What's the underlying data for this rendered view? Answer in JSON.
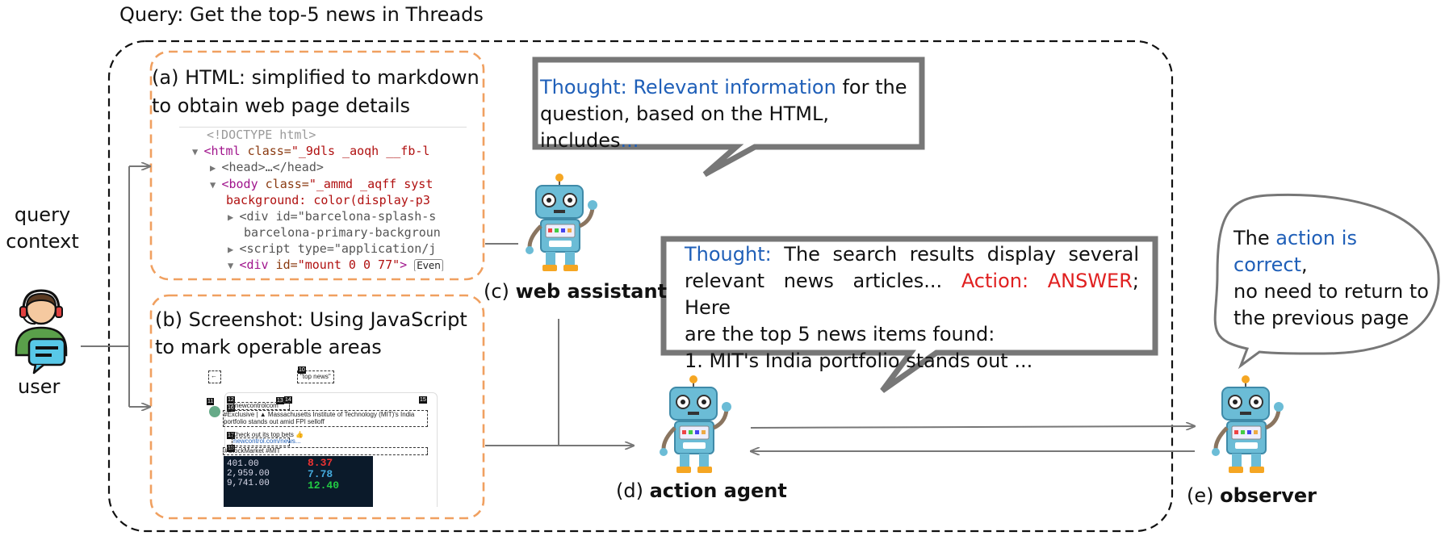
{
  "query_label": "Query: Get the top-5 news  in Threads",
  "user": {
    "context_line1": "query",
    "context_line2": "context",
    "label": "user"
  },
  "panel_a": {
    "title_line1": "(a) HTML: simplified to markdown",
    "title_line2": "to obtain web page details",
    "code": {
      "doctype": "<!DOCTYPE html>",
      "html_tag": "<html",
      "html_attr": " class=",
      "html_val": "\"_9dls _aoqh __fb-l",
      "head": "<head>…</head>",
      "body_tag": "<body",
      "body_attr": " class=",
      "body_val": "\"_ammd _aqff syst",
      "body_val2": "background: color(display-p3",
      "div1": "<div id=\"barcelona-splash-s",
      "div1b": "barcelona-primary-backgroun",
      "script": "<script type=\"application/j",
      "div2_tag": "<div",
      "div2_attr": " id=",
      "div2_val": "\"mount_0_0_77\"",
      "div2_end": ">",
      "even_badge": "Even"
    }
  },
  "panel_b": {
    "title_line1": "(b) Screenshot:  Using JavaScript",
    "title_line2": "to mark operable areas",
    "shot": {
      "search": "\"top news\"",
      "site": "newcontrolcom",
      "exclusive": "#Exclusive | ▲ Massachusetts Institute of Technology (MIT)'s India",
      "portfolio": "portfolio stands out amid FPI selloff",
      "check": "Check out its top bets 👍",
      "link": "newcontrol.com/news...",
      "tag": "#StockMarket #MIT",
      "ticks": [
        "401.00",
        "2,959.00",
        "9,741.00",
        "8.37",
        "7.78",
        "12.40"
      ]
    }
  },
  "bubble_c": {
    "prefix": "Thought: Relevant information",
    "rest_line1": " for the",
    "line2": "question, based on the HTML, includes",
    "ellipsis": "..."
  },
  "agent_c": {
    "letter": "(c) ",
    "name": "web assistant"
  },
  "bubble_d": {
    "thought": "Thought:",
    "line1_rest": " The search results display several",
    "line2a": "relevant news articles... ",
    "action": "Action: ANSWER",
    "line2b": "; Here",
    "line3": "are the top 5 news items found:",
    "line4": " 1. MIT's India portfolio stands out ..."
  },
  "agent_d": {
    "letter": "(d) ",
    "name": "action agent"
  },
  "bubble_e": {
    "line1a": "The ",
    "line1b": "action is correct",
    "line1c": ",",
    "line2": "no need to return to",
    "line3": "the previous page"
  },
  "agent_e": {
    "letter": "(e) ",
    "name": "observer"
  },
  "colors": {
    "blue": "#1f5fb8",
    "red": "#e02020",
    "orange": "#f0a060",
    "robot": "#6bbcd6"
  }
}
